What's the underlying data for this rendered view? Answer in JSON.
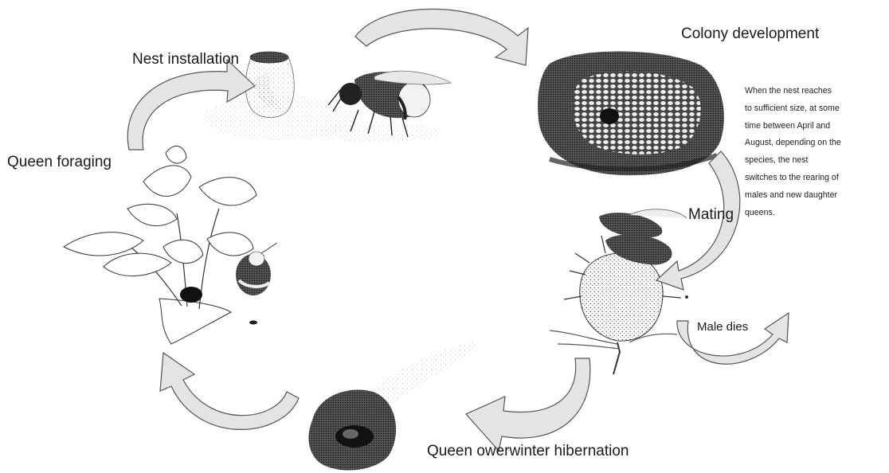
{
  "stages": {
    "nest_installation": "Nest installation",
    "colony_development": "Colony development",
    "mating": "Mating",
    "male_dies": "Male dies",
    "queen_hibernation": "Queen owerwinter hibernation",
    "queen_foraging": "Queen foraging"
  },
  "note_lines": [
    "When  the nest reaches",
    "to sufficient size, at some",
    "time between April and",
    "August, depending on the",
    "species, the nest",
    "switches to the rearing of",
    "males and new daughter",
    "queens."
  ],
  "illustrations": [
    "nest-cup-illustration",
    "bumblebee-queen-illustration",
    "colony-nest-illustration",
    "thistle-mating-illustration",
    "hibernation-burrow-illustration",
    "foraging-flower-illustration"
  ],
  "colors": {
    "arrow_fill": "#e4e4e4",
    "arrow_stroke": "#555555",
    "ink": "#1a1a1a"
  }
}
